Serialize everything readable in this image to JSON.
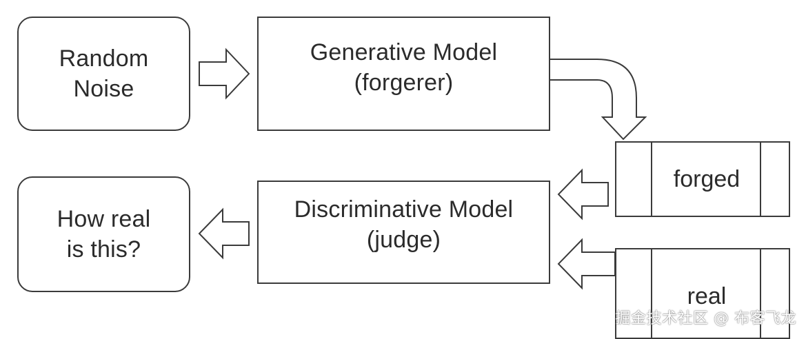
{
  "nodes": {
    "random_noise": {
      "line1": "Random",
      "line2": "Noise"
    },
    "generative_model": {
      "line1": "Generative Model",
      "line2": "(forgerer)"
    },
    "forged": {
      "label": "forged"
    },
    "real": {
      "label": "real"
    },
    "discriminative_model": {
      "line1": "Discriminative Model",
      "line2": "(judge)"
    },
    "how_real": {
      "line1": "How real",
      "line2": "is this?"
    }
  },
  "watermark": {
    "text": "掘金技术社区 @ 布客飞龙"
  },
  "colors": {
    "stroke": "#3a3a3a",
    "fill": "#ffffff",
    "text": "#2b2b2b"
  }
}
